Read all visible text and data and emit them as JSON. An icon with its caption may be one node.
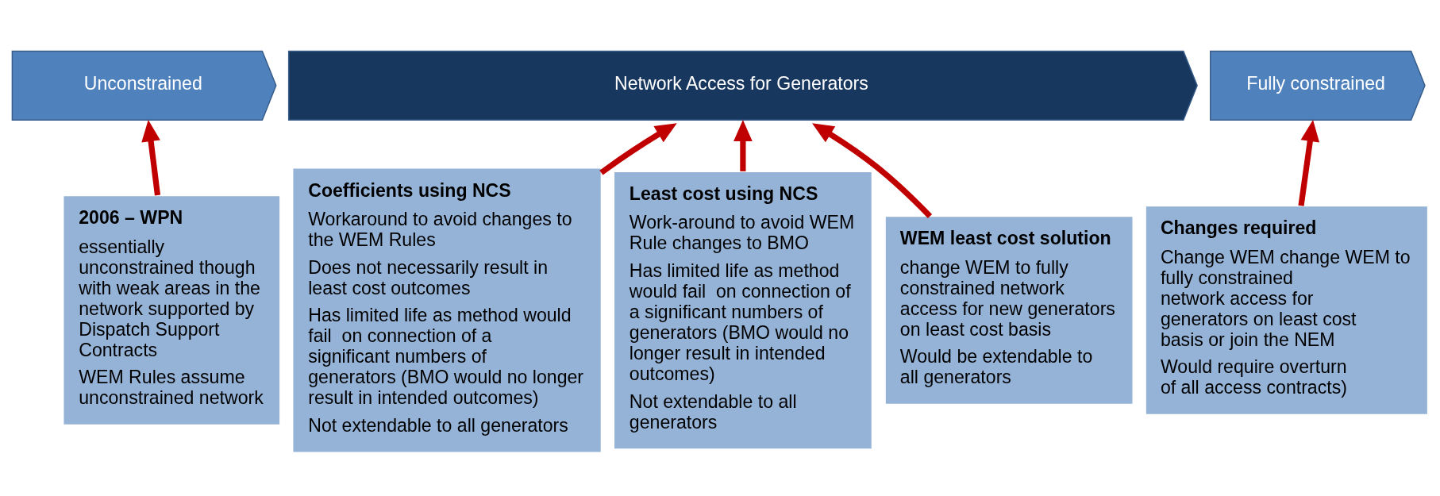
{
  "diagram": {
    "nodes": [
      {
        "text": [
          "Unconstrained"
        ]
      },
      {
        "text": [
          "Network Access for Generators"
        ]
      },
      {
        "text": [
          "Fully constrained"
        ]
      },
      {
        "text": [
          "2006 – WPN",
          "essentially unconstrained though with weak areas in the network supported by Dispatch Support Contracts",
          "WEM Rules assume unconstrained network"
        ]
      },
      {
        "text": [
          "Coefficients using NCS",
          "Workaround to avoid changes to the WEM Rules",
          "Does not necessarily result in least cost outcomes",
          "Has limited life as method would fail  on connection of a significant numbers of generators (BMO would no longer result in intended outcomes)",
          "Not extendable to all generators"
        ]
      },
      {
        "text": [
          "Least cost using NCS",
          "Work-around to avoid WEM Rule changes to BMO",
          "Has limited life as method would fail  on connection of a significant numbers of generators (BMO would no longer result in intended outcomes)",
          "Not extendable to all generators"
        ]
      },
      {
        "text": [
          "WEM least cost solution",
          "change WEM to fully constrained network access for new generators on least cost basis",
          "Would be extendable to all generators"
        ]
      },
      {
        "text": [
          "Changes required",
          "Change WEM change WEM to fully constrained network access for generators on least cost basis or join the NEM",
          "Would require overturn of all access contracts)"
        ]
      }
    ],
    "edges": [
      {
        "from": 3,
        "to": 0,
        "arrow": "to"
      },
      {
        "from": 4,
        "to": 1,
        "arrow": "to"
      },
      {
        "from": 5,
        "to": 1,
        "arrow": "to"
      },
      {
        "from": 6,
        "to": 1,
        "arrow": "to"
      },
      {
        "from": 7,
        "to": 2,
        "arrow": "to"
      }
    ]
  }
}
